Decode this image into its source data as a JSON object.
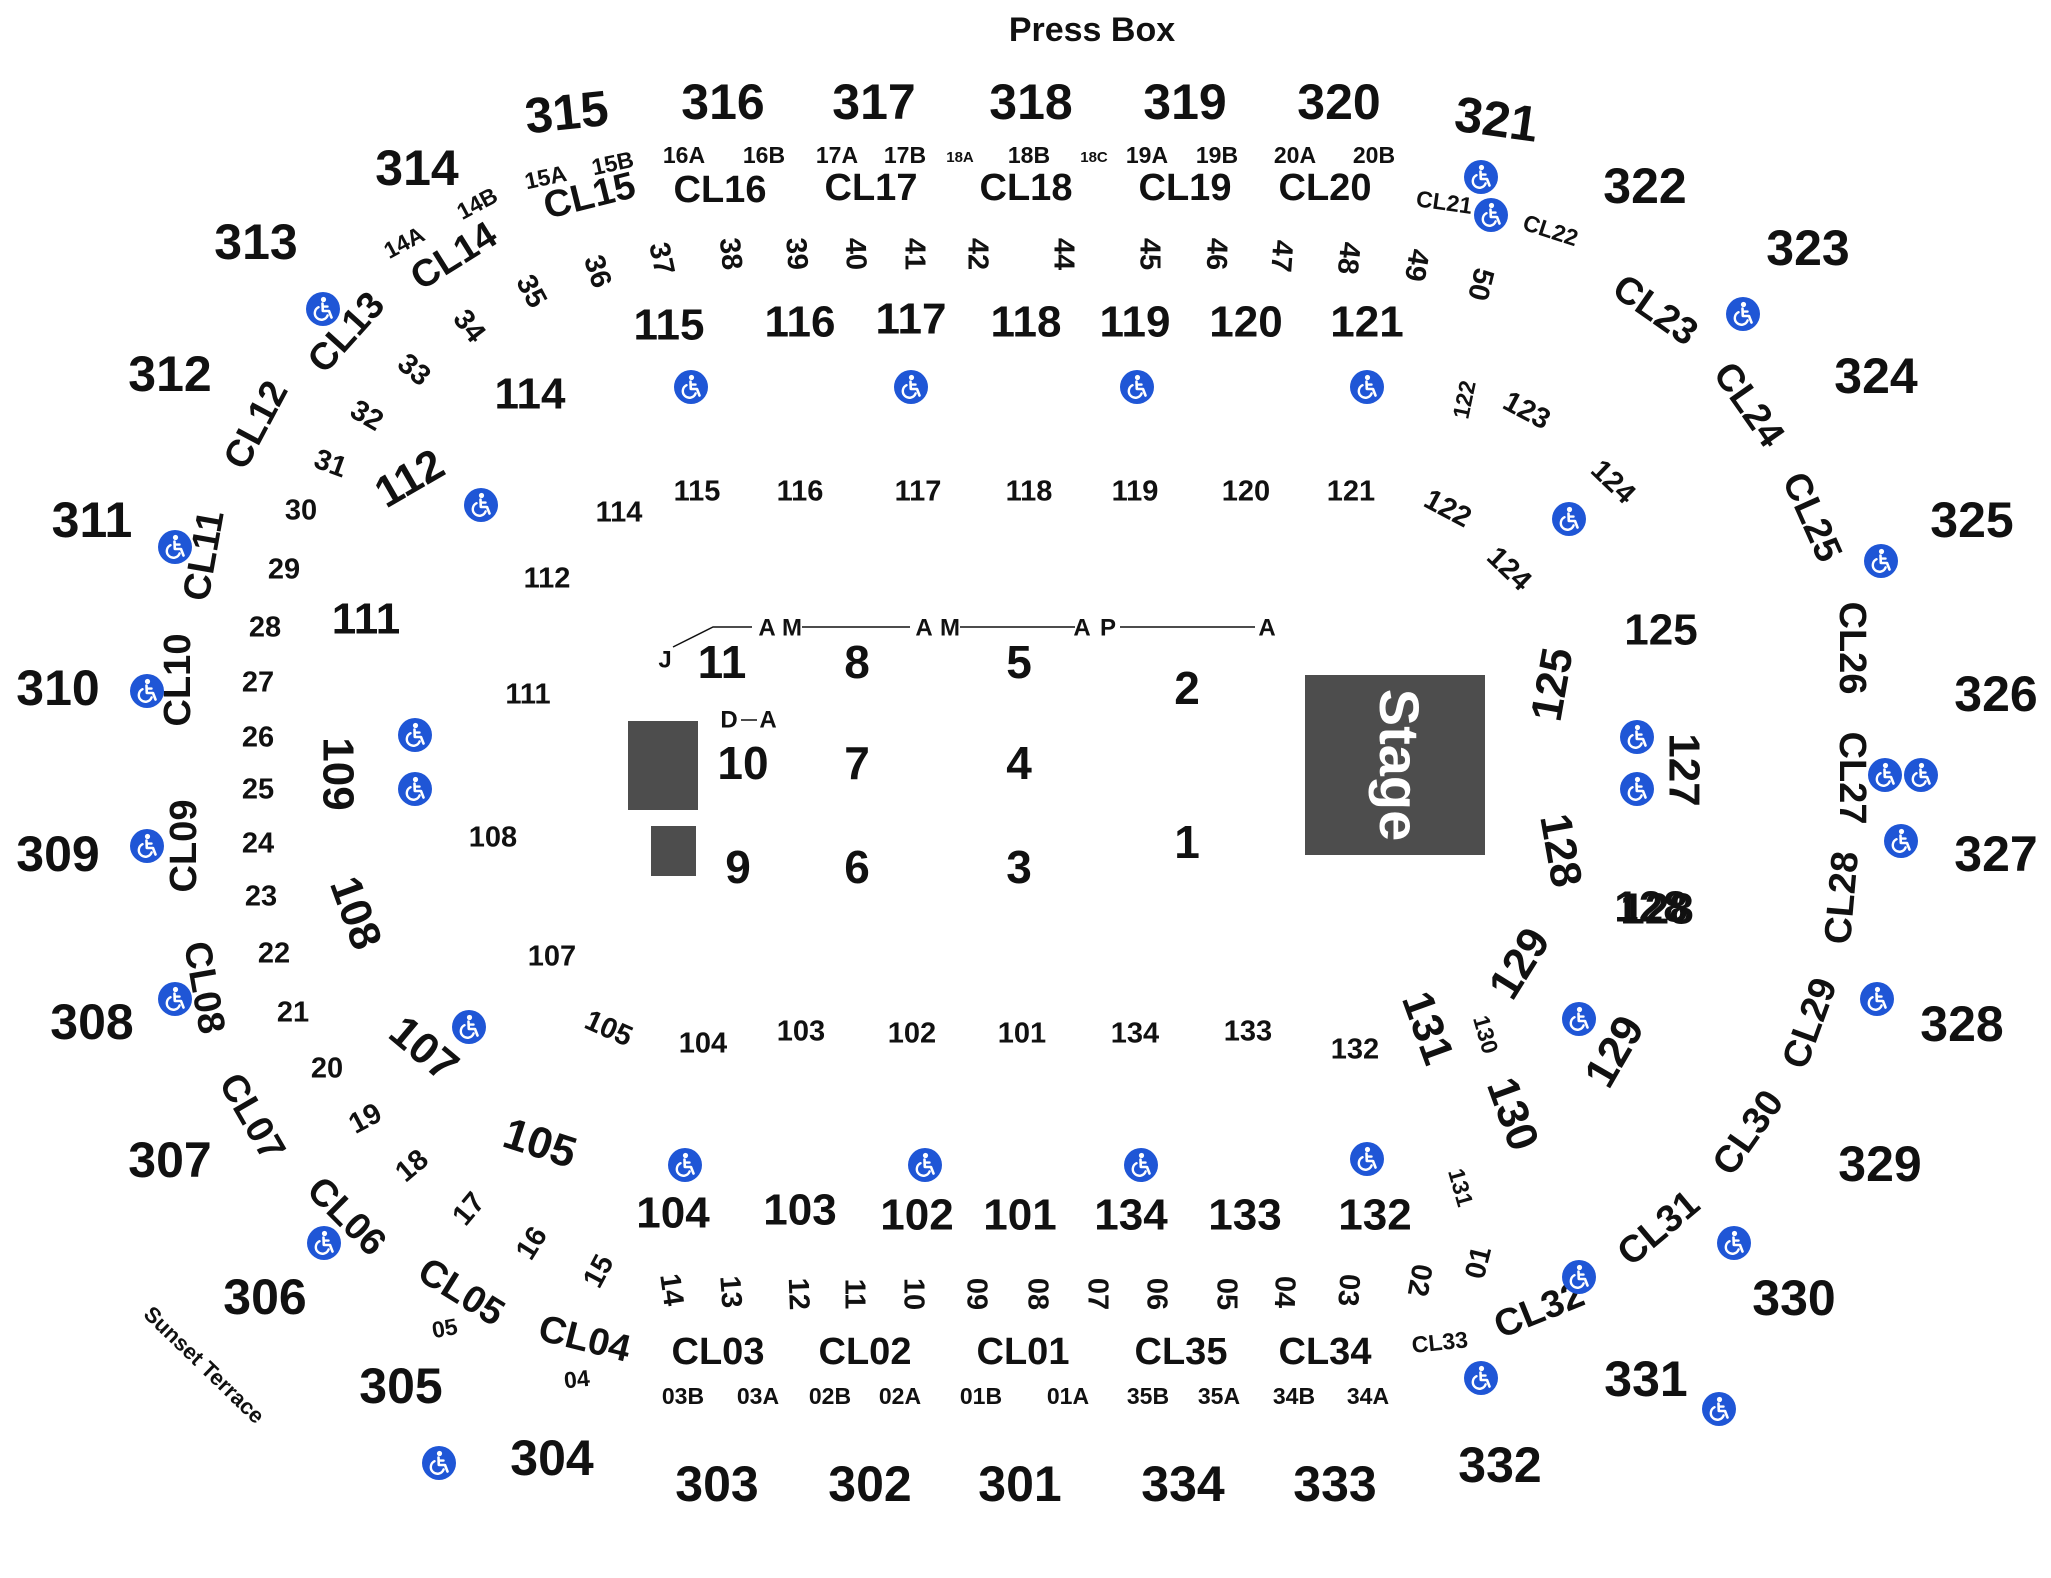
{
  "press_box": "Press Box",
  "stage_label": "Stage",
  "sunset_terrace": "Sunset Terrace",
  "colors": {
    "stage": "#4d4d4d",
    "ada": "#1f56d6",
    "text": "#111111"
  },
  "upper_sections": {
    "s303": "303",
    "s302": "302",
    "s301": "301",
    "s334": "334",
    "s333": "333",
    "s332": "332",
    "s331": "331",
    "s330": "330",
    "s329": "329",
    "s328": "328",
    "s327": "327",
    "s326": "326",
    "s325": "325",
    "s324": "324",
    "s323": "323",
    "s322": "322",
    "s321": "321",
    "s320": "320",
    "s319": "319",
    "s318": "318",
    "s317": "317",
    "s316": "316",
    "s315": "315",
    "s314": "314",
    "s313": "313",
    "s312": "312",
    "s311": "311",
    "s310": "310",
    "s309": "309",
    "s308": "308",
    "s307": "307",
    "s306": "306",
    "s305": "305",
    "s304": "304"
  },
  "club_sections": {
    "cl01": "CL01",
    "cl02": "CL02",
    "cl03": "CL03",
    "cl04": "CL04",
    "cl05": "CL05",
    "cl06": "CL06",
    "cl07": "CL07",
    "cl08": "CL08",
    "cl09": "CL09",
    "cl10": "CL10",
    "cl11": "CL11",
    "cl12": "CL12",
    "cl13": "CL13",
    "cl14": "CL14",
    "cl15": "CL15",
    "cl16": "CL16",
    "cl17": "CL17",
    "cl18": "CL18",
    "cl19": "CL19",
    "cl20": "CL20",
    "cl21": "CL21",
    "cl22": "CL22",
    "cl23": "CL23",
    "cl24": "CL24",
    "cl25": "CL25",
    "cl26": "CL26",
    "cl27": "CL27",
    "cl28": "CL28",
    "cl29": "CL29",
    "cl30": "CL30",
    "cl31": "CL31",
    "cl32": "CL32",
    "cl33": "CL33",
    "cl34": "CL34",
    "cl35": "CL35"
  },
  "club_subs": {
    "b03": "03B",
    "a03": "03A",
    "b02": "02B",
    "a02": "02A",
    "b01": "01B",
    "a01": "01A",
    "b35": "35B",
    "a35": "35A",
    "b34": "34B",
    "a34": "34A",
    "a16": "16A",
    "b16": "16B",
    "a17": "17A",
    "b17": "17B",
    "a18": "18A",
    "b18": "18B",
    "c18": "18C",
    "a19": "19A",
    "b19": "19B",
    "a20": "20A",
    "b20": "20B",
    "a15": "15A",
    "b15": "15B",
    "a14": "14A",
    "b14": "14B",
    "n05": "05",
    "n04": "04"
  },
  "rows_ring": {
    "r14": "14",
    "r13": "13",
    "r12": "12",
    "r11": "11",
    "r10": "10",
    "r09": "09",
    "r08": "08",
    "r07": "07",
    "r06": "06",
    "r05": "05",
    "r04": "04",
    "r03": "03",
    "r02": "02",
    "r01": "01",
    "r131": "131",
    "r15": "15",
    "r16": "16",
    "r17": "17",
    "r18": "18",
    "r19": "19",
    "r20": "20",
    "r21": "21",
    "r22": "22",
    "r23": "23",
    "r24": "24",
    "r25": "25",
    "r26": "26",
    "r27": "27",
    "r28": "28",
    "r29": "29",
    "r30": "30",
    "r31": "31",
    "r32": "32",
    "r33": "33",
    "r34": "34",
    "r35": "35",
    "r36": "36",
    "r37": "37",
    "r38": "38",
    "r39": "39",
    "r40": "40",
    "r41": "41",
    "r42": "42",
    "r44": "44",
    "r45": "45",
    "r46": "46",
    "r47": "47",
    "r48": "48",
    "r49": "49",
    "r50": "50",
    "r122": "122",
    "r130": "130"
  },
  "lower_sections": {
    "a104": "104",
    "a103": "103",
    "a102": "102",
    "a101": "101",
    "a134": "134",
    "a133": "133",
    "a132": "132",
    "a130": "130",
    "a129": "129",
    "a128": "128",
    "a127": "127",
    "a125": "125",
    "a124": "124",
    "a123": "123",
    "a121": "121",
    "a120": "120",
    "a119": "119",
    "a118": "118",
    "a117": "117",
    "a116": "116",
    "a115": "115",
    "a114": "114",
    "a112": "112",
    "a109": "109",
    "a108": "108",
    "a107": "107",
    "a105": "105"
  },
  "inner_sections": {
    "b104": "104",
    "b103": "103",
    "b102": "102",
    "b101": "101",
    "b134": "134",
    "b133": "133",
    "b132": "132",
    "b131": "131",
    "b129": "129",
    "b128": "128",
    "b125": "125",
    "b124": "124",
    "b122": "122",
    "b121": "121",
    "b120": "120",
    "b119": "119",
    "b118": "118",
    "b117": "117",
    "b116": "116",
    "b115": "115",
    "b114": "114",
    "b112": "112",
    "b111": "111",
    "b108": "108",
    "b107": "107",
    "b105": "105",
    "c111": "111",
    "c128": "128",
    "c129": "129"
  },
  "floor_sections": {
    "f11": "11",
    "f8": "8",
    "f5": "5",
    "f2": "2",
    "f10": "10",
    "f7": "7",
    "f4": "4",
    "f9": "9",
    "f6": "6",
    "f3": "3",
    "f1": "1"
  },
  "floor_rows": {
    "j": "J",
    "a1": "A",
    "m1": "M",
    "a2": "A",
    "m2": "M",
    "a3": "A",
    "p": "P",
    "a4": "A",
    "d": "D",
    "a5": "A"
  }
}
